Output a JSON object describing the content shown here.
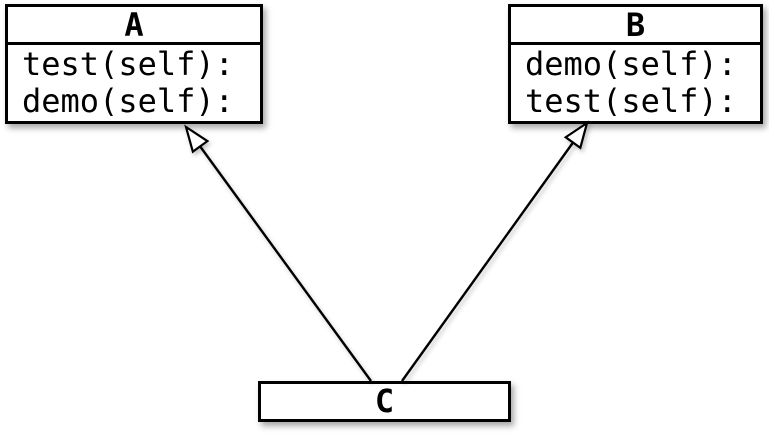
{
  "diagram": {
    "kind": "uml-class-diagram",
    "nodes": [
      {
        "id": "A",
        "title": "A",
        "methods": [
          "test(self):",
          "demo(self):"
        ]
      },
      {
        "id": "B",
        "title": "B",
        "methods": [
          "demo(self):",
          "test(self):"
        ]
      },
      {
        "id": "C",
        "title": "C",
        "methods": []
      }
    ],
    "edges": [
      {
        "from": "C",
        "to": "A",
        "type": "inheritance",
        "arrowhead": "hollow-triangle"
      },
      {
        "from": "C",
        "to": "B",
        "type": "inheritance",
        "arrowhead": "hollow-triangle"
      }
    ],
    "colors": {
      "border": "#000000",
      "fill": "#ffffff",
      "background": "#ffffff",
      "text": "#000000",
      "shadow": "rgba(0,0,0,0.35)"
    }
  }
}
